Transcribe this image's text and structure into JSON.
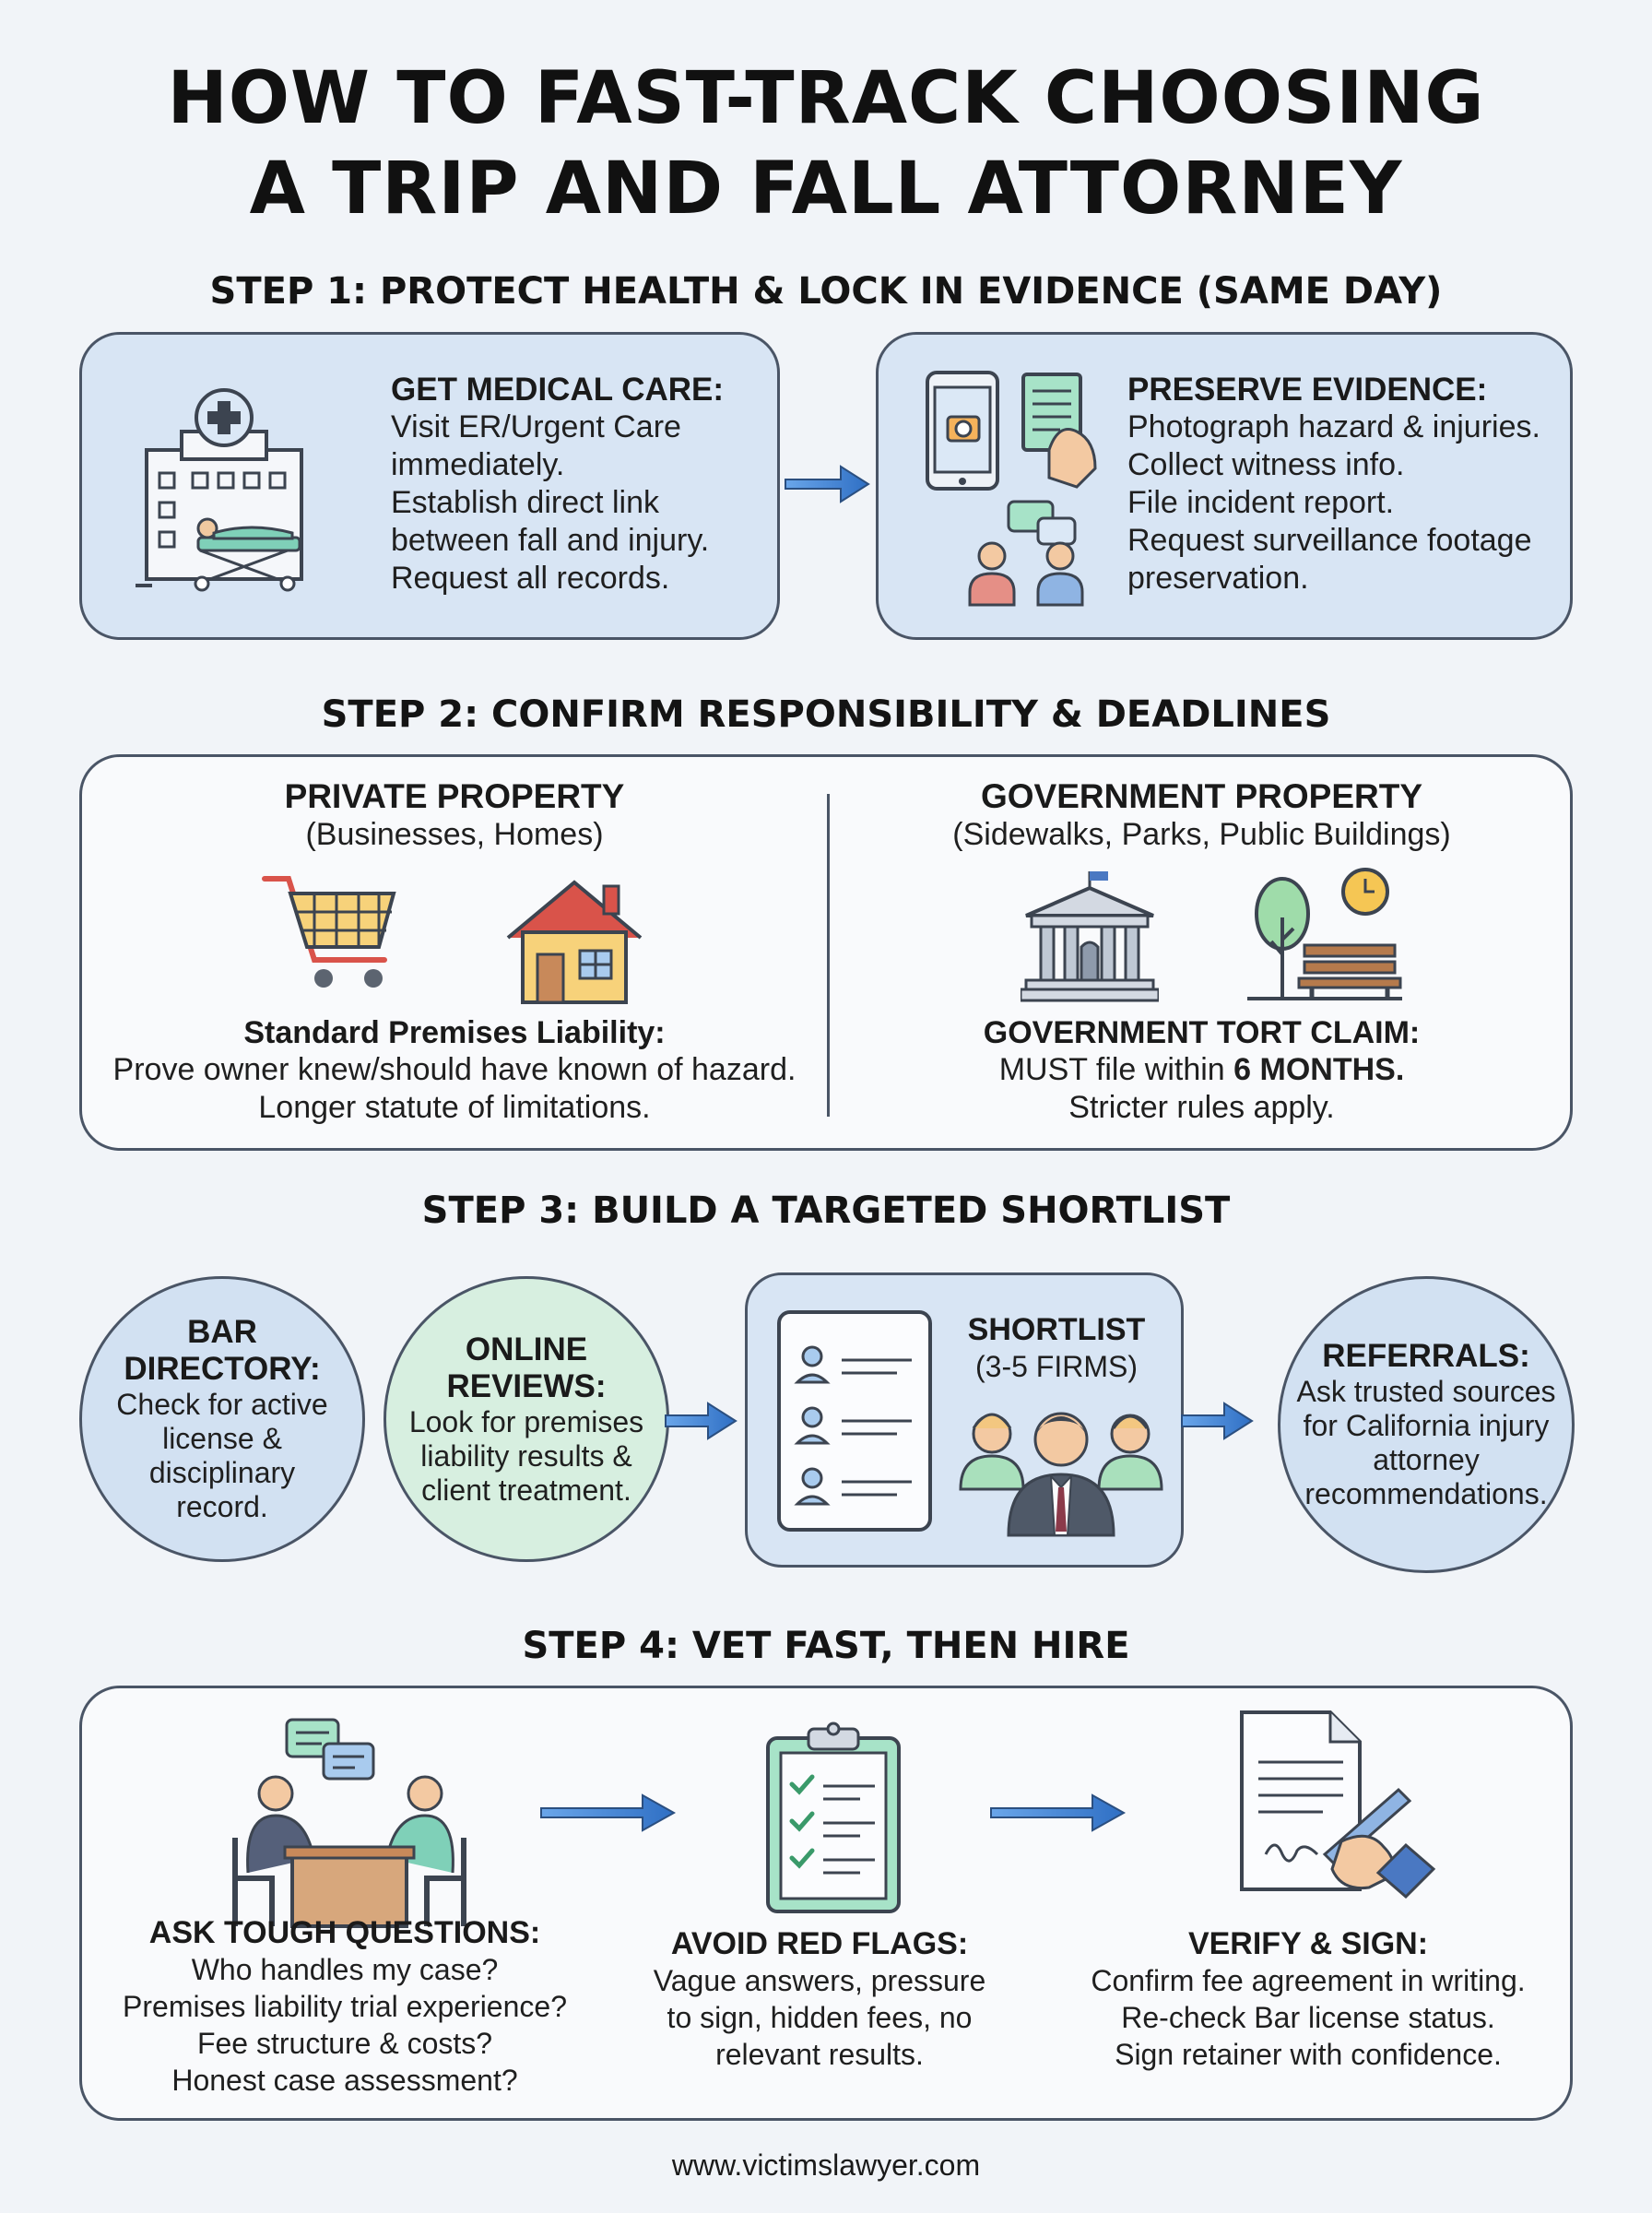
{
  "title": {
    "line1": "HOW TO FAST-TRACK CHOOSING",
    "line2": "A TRIP AND FALL ATTORNEY"
  },
  "step1": {
    "heading": "STEP 1: PROTECT HEALTH & LOCK IN EVIDENCE (SAME DAY)",
    "medical": {
      "title": "GET MEDICAL CARE:",
      "lines": [
        "Visit ER/Urgent Care",
        "immediately.",
        "Establish direct link",
        "between fall and injury.",
        "Request all records."
      ]
    },
    "evidence": {
      "title": "PRESERVE EVIDENCE:",
      "lines": [
        "Photograph hazard & injuries.",
        "Collect witness info.",
        "File incident report.",
        "Request surveillance footage",
        "preservation."
      ]
    }
  },
  "step2": {
    "heading": "STEP 2: CONFIRM RESPONSIBILITY & DEADLINES",
    "private": {
      "title": "PRIVATE PROPERTY",
      "subtitle": "(Businesses, Homes)",
      "rule_title": "Standard Premises Liability:",
      "lines": [
        "Prove owner knew/should have known of hazard.",
        "Longer statute of limitations."
      ]
    },
    "government": {
      "title": "GOVERNMENT PROPERTY",
      "subtitle": "(Sidewalks, Parks, Public Buildings)",
      "rule_title": "GOVERNMENT TORT CLAIM:",
      "line1_prefix": "MUST file within ",
      "line1_bold": "6 MONTHS.",
      "line2": "Stricter rules apply."
    }
  },
  "step3": {
    "heading": "STEP 3: BUILD A TARGETED SHORTLIST",
    "bar": {
      "title1": "BAR",
      "title2": "DIRECTORY:",
      "lines": [
        "Check for active",
        "license &",
        "disciplinary",
        "record."
      ]
    },
    "reviews": {
      "title1": "ONLINE",
      "title2": "REVIEWS:",
      "lines": [
        "Look for premises",
        "liability results &",
        "client treatment."
      ]
    },
    "shortlist": {
      "title": "SHORTLIST",
      "subtitle": "(3-5 FIRMS)"
    },
    "referrals": {
      "title": "REFERRALS:",
      "lines": [
        "Ask trusted sources",
        "for California injury",
        "attorney",
        "recommendations."
      ]
    }
  },
  "step4": {
    "heading": "STEP 4: VET FAST, THEN HIRE",
    "ask": {
      "title": "ASK TOUGH QUESTIONS:",
      "lines": [
        "Who handles my case?",
        "Premises liability trial experience?",
        "Fee structure & costs?",
        "Honest case assessment?"
      ]
    },
    "avoid": {
      "title": "AVOID RED FLAGS:",
      "lines": [
        "Vague answers, pressure",
        "to sign, hidden fees, no",
        "relevant results."
      ]
    },
    "verify": {
      "title": "VERIFY & SIGN:",
      "lines": [
        "Confirm fee agreement in writing.",
        "Re-check Bar license status.",
        "Sign retainer with confidence."
      ]
    }
  },
  "footer": "www.victimslawyer.com",
  "colors": {
    "background": "#f1f4f8",
    "card_blue": "#d8e5f4",
    "circle_green": "#d7efe0",
    "arrow": "#3b7ad0",
    "border": "#4a5566"
  }
}
